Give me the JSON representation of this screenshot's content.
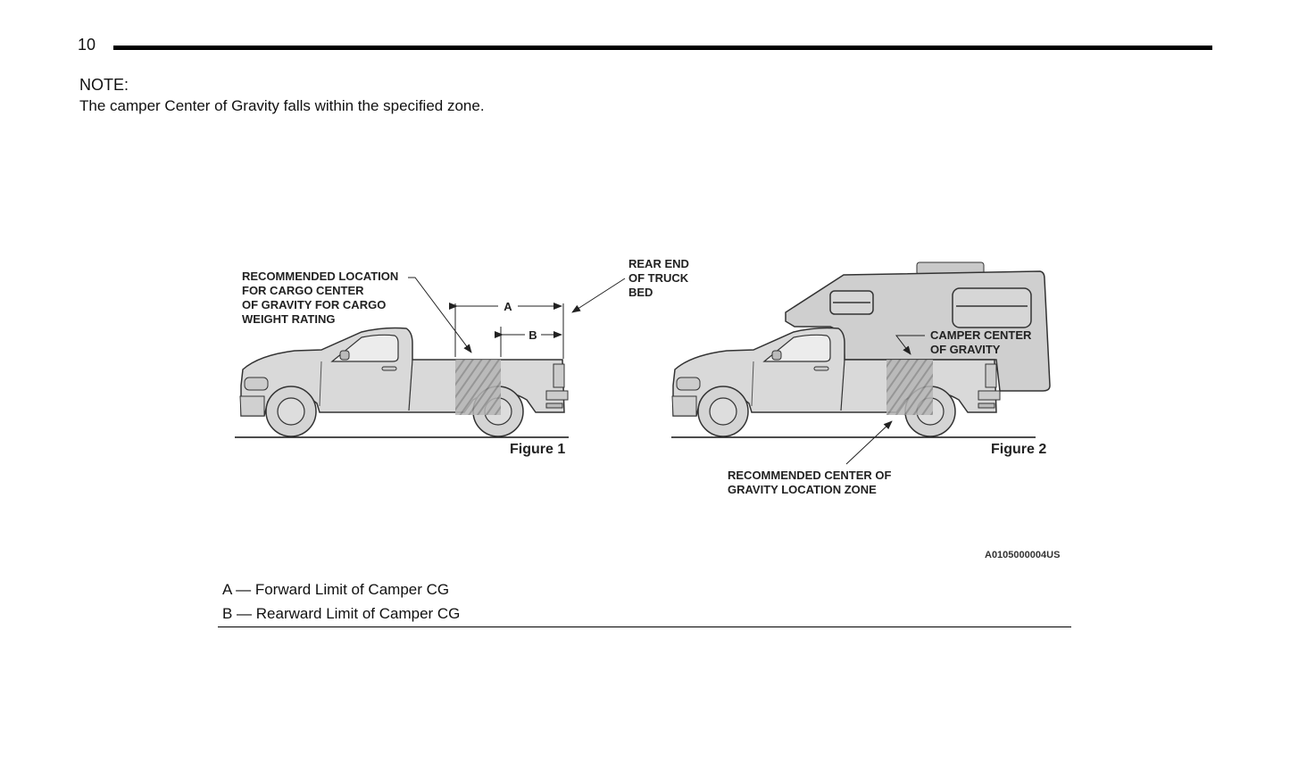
{
  "page_number": "10",
  "note": {
    "heading": "NOTE:",
    "text": "The camper Center of Gravity falls within the specified zone."
  },
  "figure": {
    "fig1_label": "Figure 1",
    "fig2_label": "Figure 2",
    "callout_cargo": [
      "RECOMMENDED LOCATION",
      "FOR CARGO CENTER",
      "OF GRAVITY FOR CARGO",
      "WEIGHT RATING"
    ],
    "callout_rear": [
      "REAR END",
      "OF TRUCK",
      "BED"
    ],
    "callout_camper_cg": [
      "CAMPER CENTER",
      "OF GRAVITY"
    ],
    "callout_zone": [
      "RECOMMENDED CENTER OF",
      "GRAVITY LOCATION ZONE"
    ],
    "dim_a": "A",
    "dim_b": "B",
    "image_code": "A0105000004US"
  },
  "legend": [
    "A — Forward Limit of Camper CG",
    "B — Rearward Limit of Camper CG"
  ]
}
